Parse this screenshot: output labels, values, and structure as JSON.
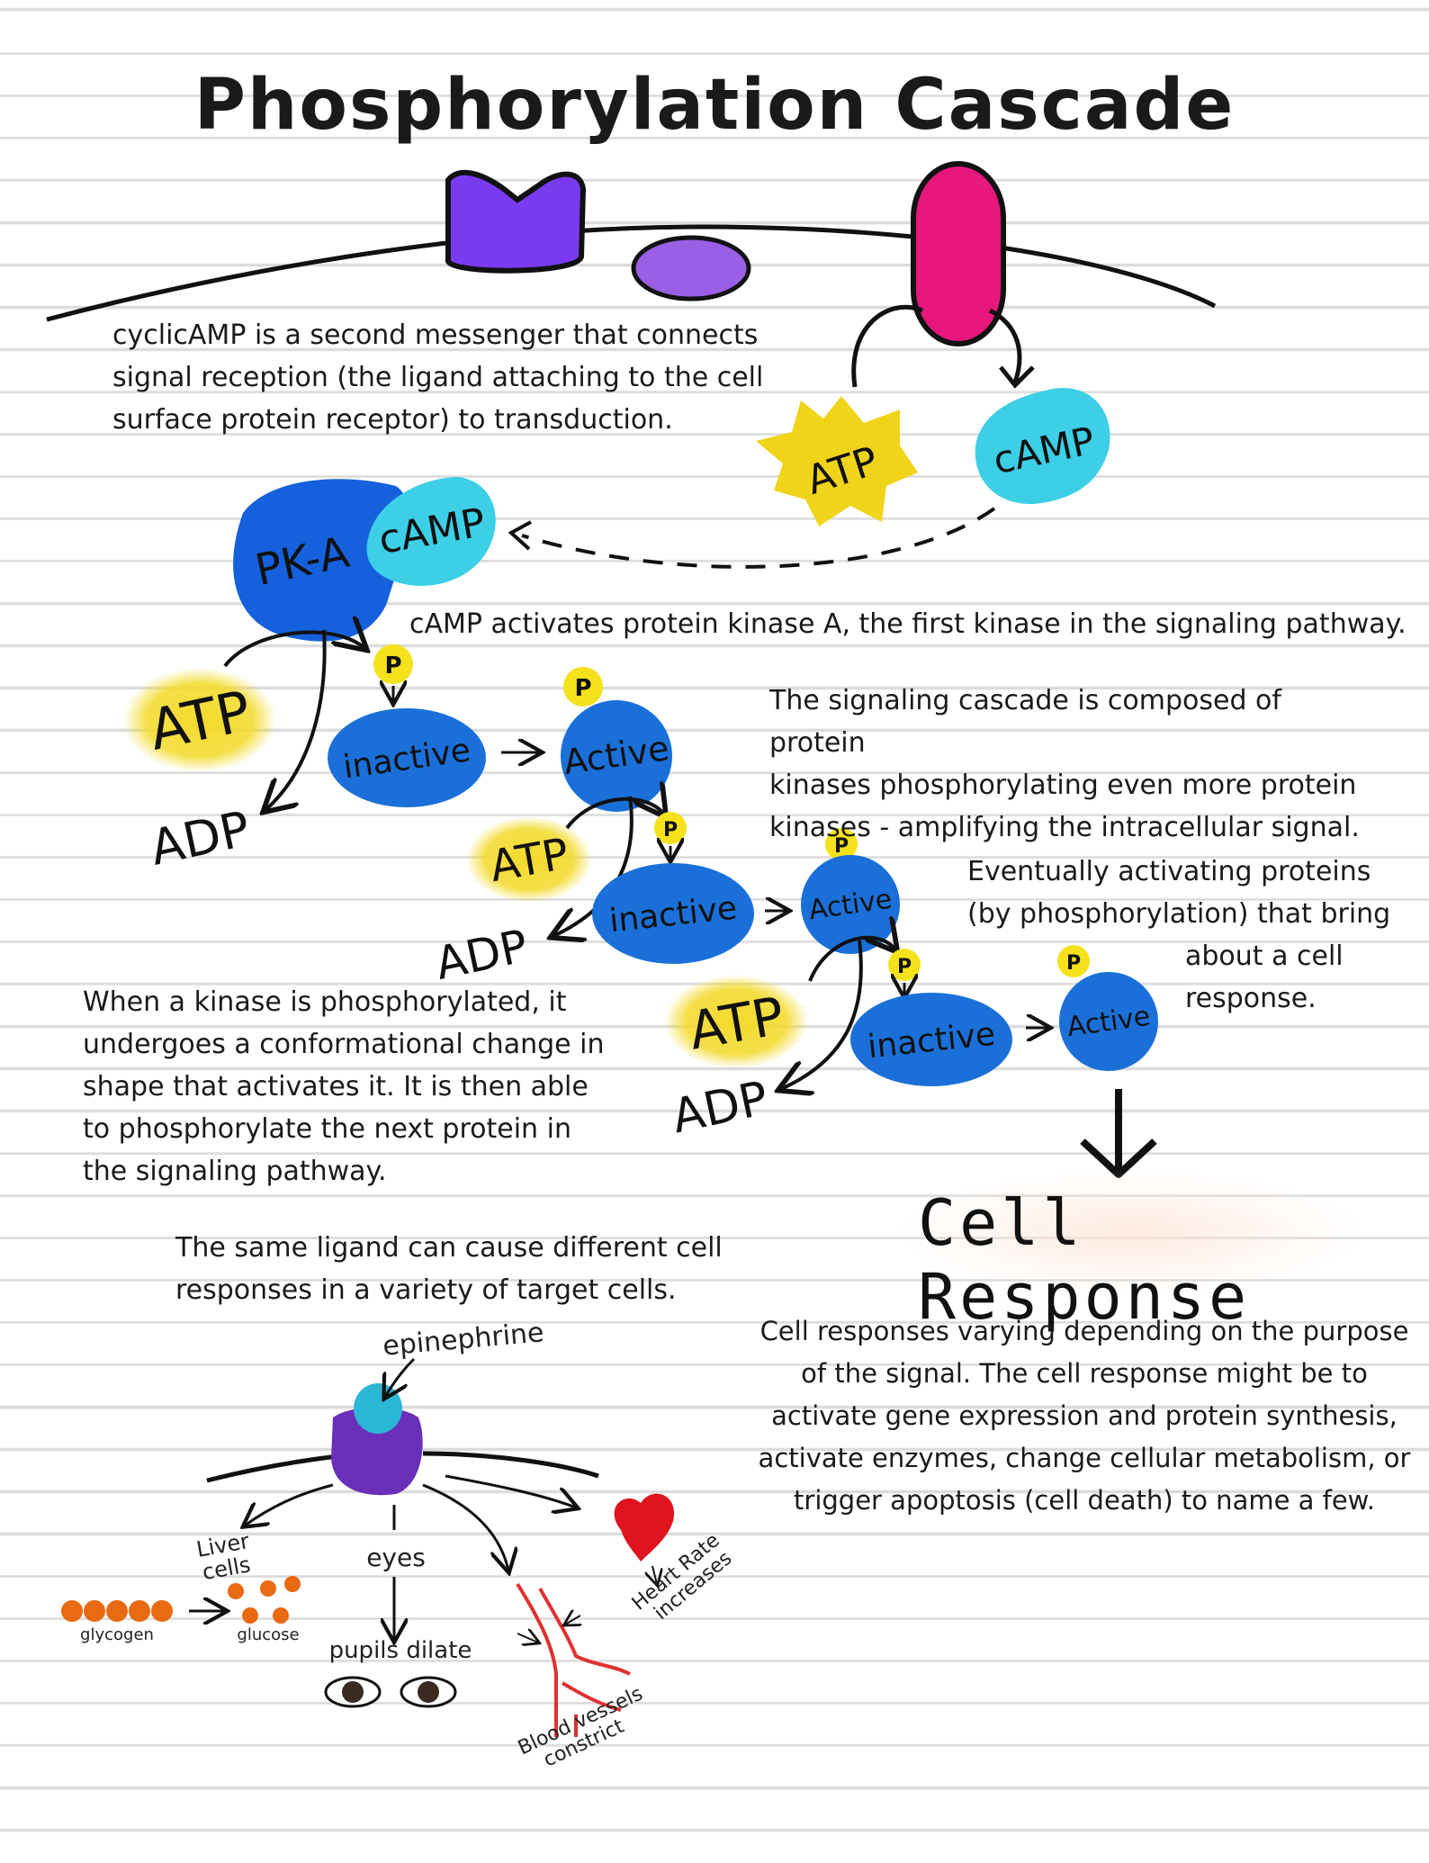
{
  "title": "Phosphorylation Cascade",
  "labels": {
    "atp": "ATP",
    "camp": "cAMP",
    "pka": "PK-A",
    "adp": "ADP",
    "p": "P",
    "inactive": "inactive",
    "active": "Active",
    "cell_response": "Cell Response",
    "epinephrine": "epinephrine",
    "liver_cells": "Liver cells",
    "glycogen": "glycogen",
    "glucose": "glucose",
    "eyes": "eyes",
    "pupils_dilate": "pupils dilate",
    "blood_vessels": "Blood vessels constrict",
    "heart_rate": "Heart Rate increases"
  },
  "notes": {
    "second_messenger": [
      "cyclicAMP is a second messenger that connects",
      "signal reception (the ligand attaching to the cell",
      "surface protein receptor) to transduction."
    ],
    "pka_activation": "cAMP activates protein kinase A, the first kinase in the signaling pathway.",
    "cascade": [
      "The signaling cascade is composed of protein",
      "kinases phosphorylating even more protein",
      "kinases - amplifying the intracellular signal."
    ],
    "eventually": [
      "Eventually activating proteins",
      "(by phosphorylation) that bring",
      "about a cell",
      "response."
    ],
    "conformational": [
      "When a kinase is phosphorylated, it",
      "undergoes a conformational change in",
      "shape that activates it. It is then able",
      "to phosphorylate the next protein in",
      "the signaling pathway."
    ],
    "same_ligand": [
      "The same ligand can cause different cell",
      "responses in a variety of target cells."
    ],
    "responses": [
      "Cell responses varying depending on the purpose",
      "of the signal. The cell response might be to",
      "activate gene expression and protein synthesis,",
      "activate enzymes, change cellular metabolism, or",
      "trigger apoptosis (cell death) to name a few."
    ]
  },
  "colors": {
    "receptor_purple": "#7a3bf0",
    "g_protein_lavender": "#9b5fe6",
    "adenylyl_pink": "#e8177d",
    "atp_yellow": "#f0d419",
    "camp_cyan": "#3ccfe6",
    "pka_blue": "#1560dc",
    "kinase_blue": "#1a70d8",
    "phosphate_yellow": "#f5e21c",
    "heart_red": "#e0141e",
    "glycogen_orange": "#e86a12",
    "vessel_red": "#e03030"
  }
}
